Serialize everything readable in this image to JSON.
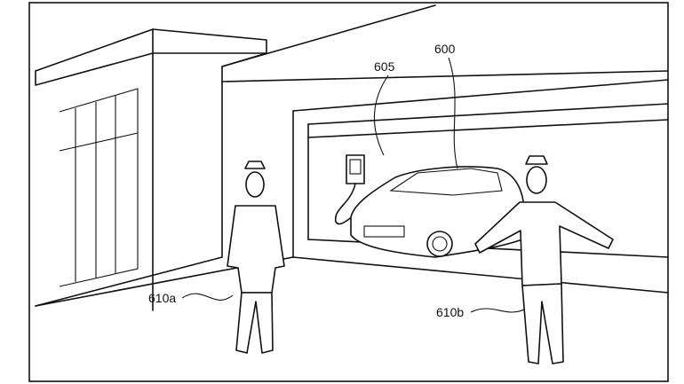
{
  "labels": {
    "charger_label": "605",
    "vehicle_label": "600",
    "person_a_label": "610a",
    "person_b_label": "610b"
  }
}
